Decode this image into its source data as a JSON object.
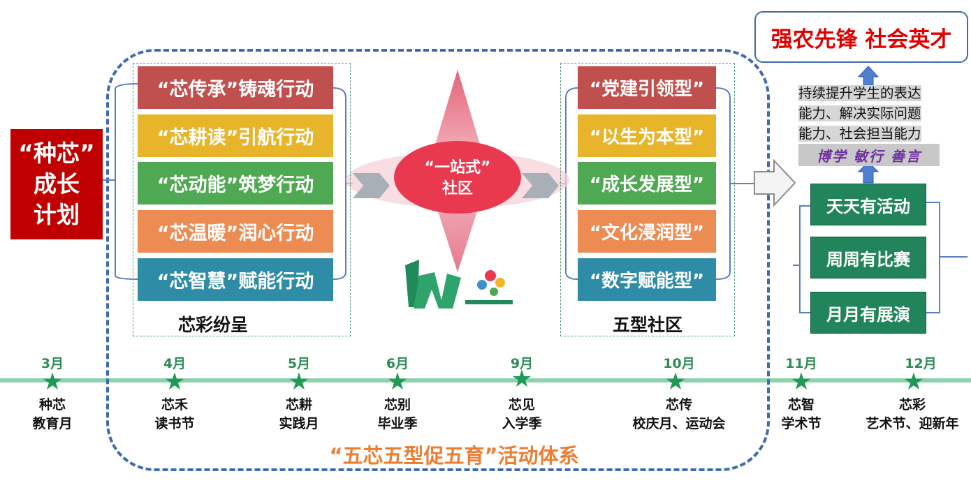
{
  "plan": {
    "line1": "“种芯”",
    "line2": "成长",
    "line3": "计划"
  },
  "actions": [
    {
      "label": "“芯传承”铸魂行动",
      "color": "#c0504d"
    },
    {
      "label": "“芯耕读”引航行动",
      "color": "#e8b52a"
    },
    {
      "label": "“芯动能”筑梦行动",
      "color": "#4fa852"
    },
    {
      "label": "“芯温暖”润心行动",
      "color": "#ec8b52"
    },
    {
      "label": "“芯智慧”赋能行动",
      "color": "#2e8ca6"
    }
  ],
  "actions_group_label": "芯彩纷呈",
  "center": {
    "line1": "“一站式”",
    "line2": "社区"
  },
  "communities": [
    {
      "label": "“党建引领型”",
      "color": "#c0504d"
    },
    {
      "label": "“以生为本型”",
      "color": "#e8b52a"
    },
    {
      "label": "“成长发展型”",
      "color": "#4fa852"
    },
    {
      "label": "“文化浸润型”",
      "color": "#ec8b52"
    },
    {
      "label": "“数字赋能型”",
      "color": "#2e8ca6"
    }
  ],
  "communities_group_label": "五型社区",
  "goal": "强农先锋  社会英才",
  "abilities": [
    "持续提升学生的表达",
    "能力、解决实际问题",
    "能力、社会担当能力"
  ],
  "motto": "博学 敏行 善言",
  "routines": [
    "天天有活动",
    "周周有比赛",
    "月月有展演"
  ],
  "timeline": [
    {
      "month": "3月",
      "line1": "种芯",
      "line2": "教育月"
    },
    {
      "month": "4月",
      "line1": "芯禾",
      "line2": "读书节"
    },
    {
      "month": "5月",
      "line1": "芯耕",
      "line2": "实践月"
    },
    {
      "month": "6月",
      "line1": "芯别",
      "line2": "毕业季"
    },
    {
      "month": "9月",
      "line1": "芯见",
      "line2": "入学季"
    },
    {
      "month": "10月",
      "line1": "芯传",
      "line2": "校庆月、运动会"
    },
    {
      "month": "11月",
      "line1": "芯智",
      "line2": "学术节"
    },
    {
      "month": "12月",
      "line1": "芯彩",
      "line2": "艺术节、迎新年"
    }
  ],
  "system_title": "“五芯五型促五育”活动体系",
  "colors": {
    "frame": "#3e6ab0",
    "timeline": "#8fd1ad",
    "star": "#1e9a55",
    "accent": "#ee7d31",
    "goal": "#e00000"
  }
}
